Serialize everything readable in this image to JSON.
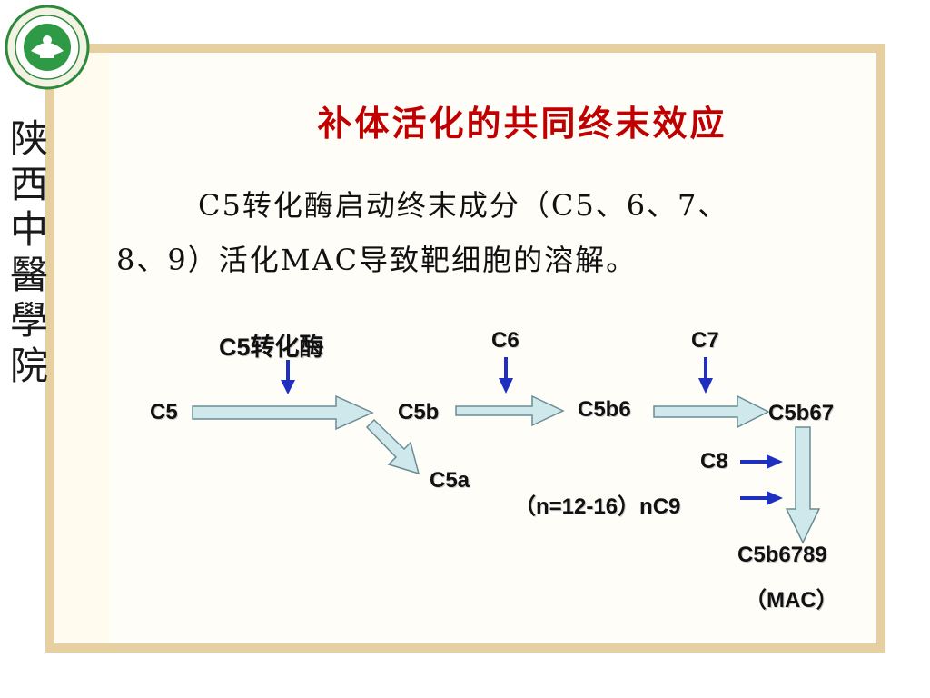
{
  "logo": {
    "text": "陕西中醫學院",
    "icon": "school-emblem"
  },
  "vertical_school_name": [
    "陕",
    "西",
    "中",
    "醫",
    "學",
    "院"
  ],
  "slide": {
    "title": "补体活化的共同终末效应",
    "paragraph_line1": "C5转化酶启动终末成分（C5、6、7、",
    "paragraph_line2": "8、9）活化MAC导致靶细胞的溶解。"
  },
  "diagram": {
    "nodes": {
      "c5": "C5",
      "c5b": "C5b",
      "c5a": "C5a",
      "c5b6": "C5b6",
      "c5b67": "C5b67",
      "c5b6789": "C5b6789",
      "mac": "（MAC）"
    },
    "inputs": {
      "convertase": "C5转化酶",
      "c6": "C6",
      "c7": "C7",
      "c8": "C8",
      "c9": "（n=12-16）nC9"
    }
  },
  "colors": {
    "title": "#c00000",
    "block_arrow_fill": "#cfe8ec",
    "block_arrow_stroke": "#6a8c94",
    "input_arrow": "#1f2fbf",
    "frame": "#e6cfa0"
  }
}
